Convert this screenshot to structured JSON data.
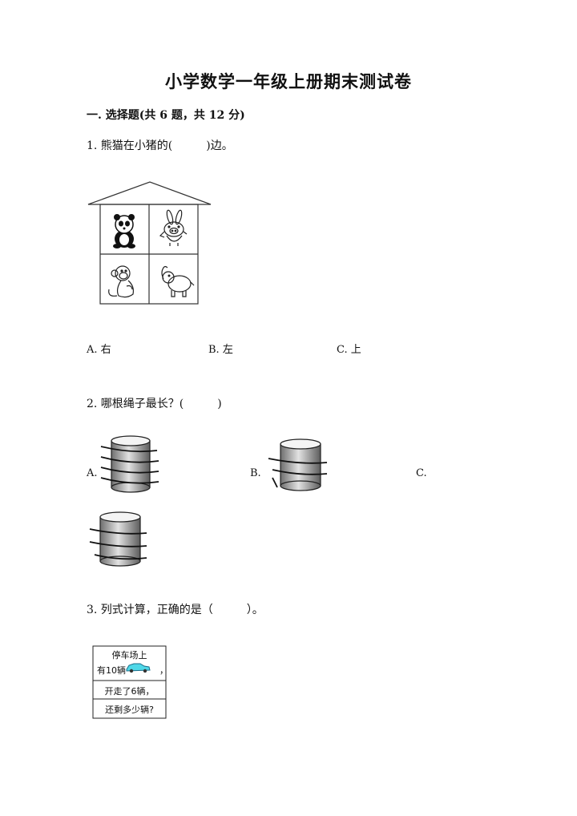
{
  "title": "小学数学一年级上册期末测试卷",
  "section": "一. 选择题(共 6 题，共 12 分)",
  "q1": {
    "text": "1. 熊猫在小猪的(　　　)边。",
    "options": [
      "A. 右",
      "B. 左",
      "C. 上"
    ]
  },
  "q2": {
    "text": "2. 哪根绳子最长？(　　　)",
    "options": [
      "A.",
      "B.",
      "C."
    ]
  },
  "q3": {
    "text": "3. 列式计算，正确的是（　　　）。",
    "box_lines": [
      "停车场上",
      "有10辆",
      "，",
      "开走了6辆，",
      "还剩多少辆?"
    ]
  }
}
